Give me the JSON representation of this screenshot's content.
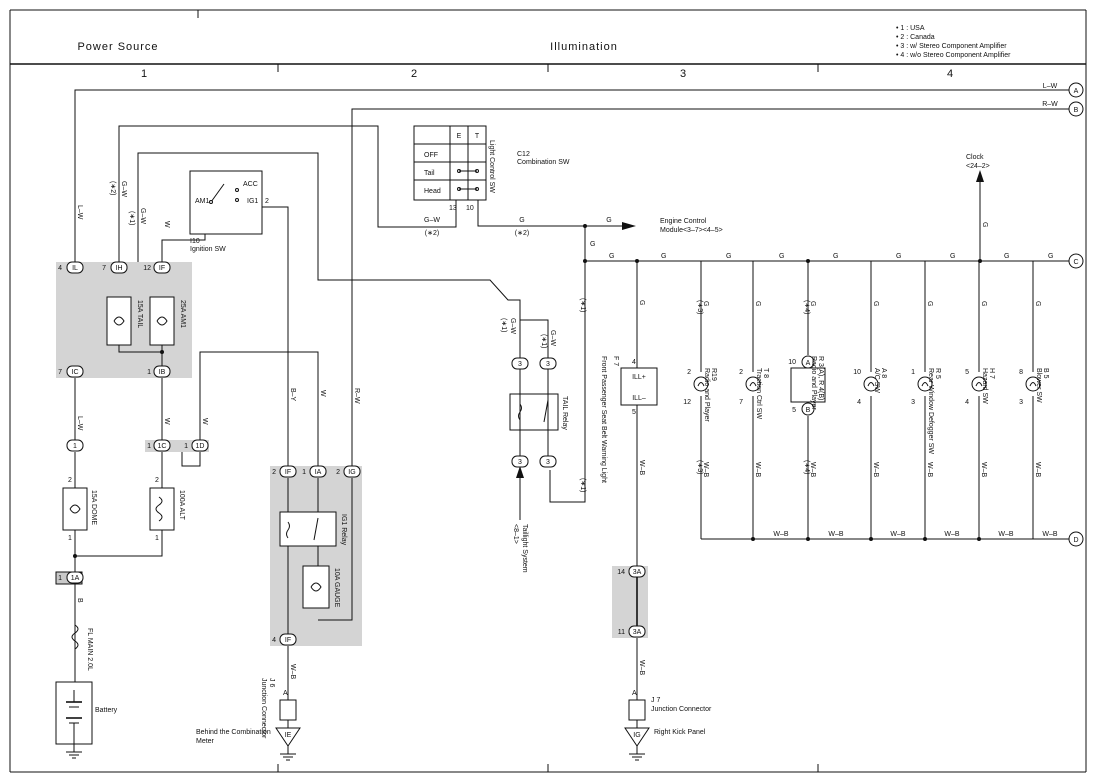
{
  "header": {
    "section_power": "Power Source",
    "section_illum": "Illumination",
    "columns": [
      "1",
      "2",
      "3",
      "4"
    ],
    "notes": [
      "• 1 : USA",
      "• 2 : Canada",
      "• 3 : w/ Stereo Component Amplifier",
      "• 4 : w/o Stereo Component Amplifier"
    ]
  },
  "edge_refs": {
    "A": {
      "letter": "A",
      "wire": "L–W"
    },
    "B": {
      "letter": "B",
      "wire": "R–W"
    },
    "C": {
      "letter": "C",
      "wire": "G"
    },
    "D": {
      "letter": "D",
      "wire": "W–B"
    }
  },
  "power": {
    "fuse_dome": "15A DOME",
    "fuse_alt": "100A ALT",
    "fuse_tail": "15A TAIL",
    "fuse_am1": "25A AM1",
    "fuse_main": "FL MAIN 2.0L",
    "battery": "Battery",
    "wire_lw": "L–W",
    "wire_w": "W",
    "wire_b": "B",
    "wire_gw": "G–W",
    "note_2": "(∗2)",
    "note_1": "(∗1)"
  },
  "ignition": {
    "id": "I10",
    "name": "Ignition SW",
    "am1": "AM1",
    "acc": "ACC",
    "ig1": "IG1",
    "pin2": "2"
  },
  "ig1_relay": {
    "relay": "IG1 Relay",
    "fuse": "10A GAUGE",
    "wire_by": "B–Y",
    "wire_w": "W",
    "wire_rw": "R–W",
    "wire_wb": "W–B"
  },
  "junction_j6": {
    "id": "J 6",
    "name": "Junction Connector",
    "pin": "A",
    "ground": "IE",
    "location": [
      "Behind the Combination",
      "Meter"
    ]
  },
  "combination_sw": {
    "id": "C12",
    "name": "Combination SW",
    "light_control": "Light Control SW",
    "col_e": "E",
    "col_t": "T",
    "rows": [
      "OFF",
      "Tail",
      "Head"
    ],
    "pin13": "13",
    "pin10": "10",
    "wire_gw": "G–W",
    "wire_g": "G",
    "note2": "(∗2)"
  },
  "engine": {
    "label": "Engine Control",
    "ref": "Module<3–7><4–5>",
    "wire": "G"
  },
  "clock": {
    "label": "Clock",
    "ref": "<24–2>",
    "wire": "G"
  },
  "tail_relay": {
    "name": "TAIL Relay",
    "taillight": "Taillight System",
    "ref": "<8–1>",
    "wire_gw": "G–W",
    "note1": "(∗1)"
  },
  "f7": {
    "id": "F 7",
    "name": "Front Passenger Seat Belt Warning Light",
    "ill_plus": "ILL+",
    "ill_minus": "ILL–",
    "pin4": "4",
    "pin5": "5"
  },
  "junction_j7": {
    "id": "J 7",
    "name": "Junction Connector",
    "pin": "A",
    "ground": "IG",
    "location": "Right Kick Panel",
    "conn_top": "3A",
    "conn_bot": "3A",
    "pin14": "14",
    "pin11": "11"
  },
  "loads": [
    {
      "id": "R19",
      "name": "Radio and Player",
      "pin_top": "2",
      "pin_bot": "12",
      "note": "(∗3)"
    },
    {
      "id": "T 8",
      "name": "Traction Ctrl SW",
      "pin_top": "2",
      "pin_bot": "7",
      "note": ""
    },
    {
      "id": "R 3(A), R 4(B)",
      "name": "Radio and Player",
      "pin_top": "10",
      "pin_bot": "5",
      "note": "(∗4)"
    },
    {
      "id": "A 8",
      "name": "A/C SW",
      "pin_top": "10",
      "pin_bot": "4",
      "note": ""
    },
    {
      "id": "R 5",
      "name": "Rear Window Defogger SW",
      "pin_top": "1",
      "pin_bot": "3",
      "note": ""
    },
    {
      "id": "H 7",
      "name": "Hazard SW",
      "pin_top": "5",
      "pin_bot": "4",
      "note": ""
    },
    {
      "id": "B 5",
      "name": "Blower SW",
      "pin_top": "8",
      "pin_bot": "3",
      "note": ""
    }
  ],
  "connectors": {
    "IL": "IL",
    "IH": "IH",
    "IF": "IF",
    "IC": "IC",
    "IB": "IB",
    "1": "1",
    "1C": "1C",
    "1D": "1D",
    "1A": "1A",
    "IA": "IA",
    "IG": "IG",
    "p4": "4",
    "p7": "7",
    "p12": "12",
    "p1": "1",
    "p2": "2"
  }
}
